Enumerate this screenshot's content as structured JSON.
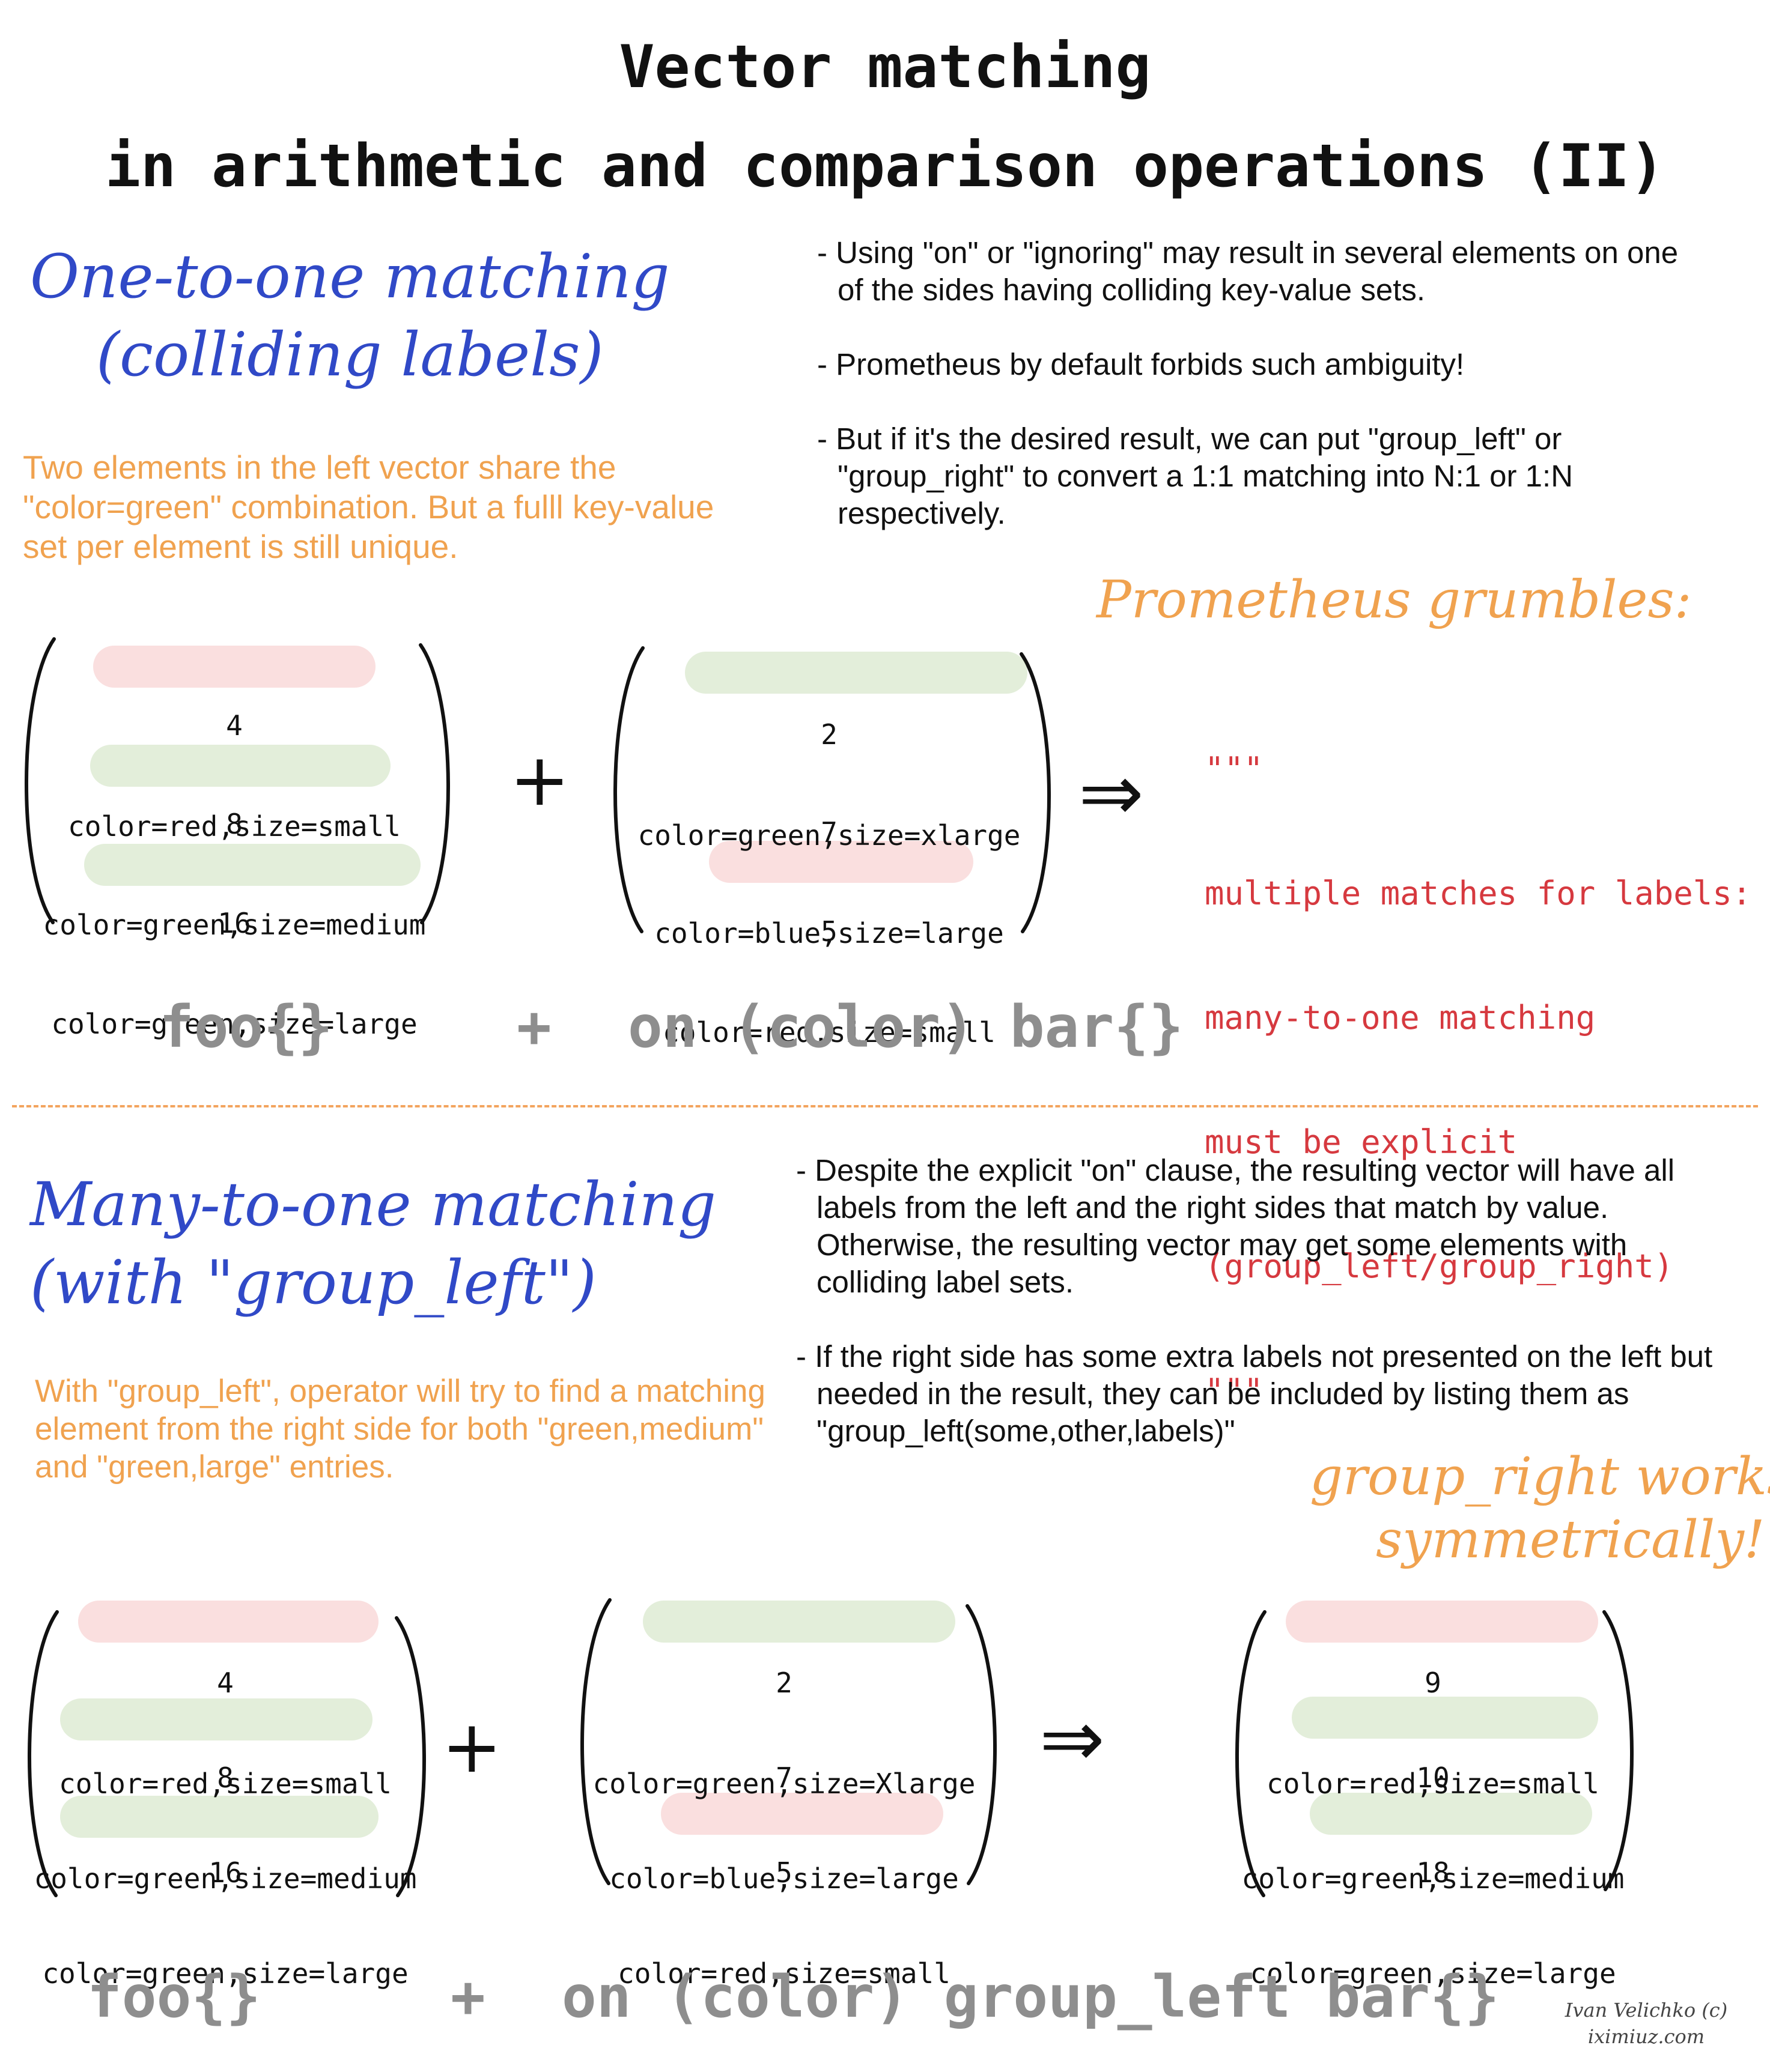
{
  "title": {
    "line1": "Vector matching",
    "line2": "in arithmetic and comparison operations (II)"
  },
  "section1": {
    "heading_line1": "One-to-one matching",
    "heading_line2": "(colliding labels)",
    "note": "Two elements in the left vector share the \"color=green\" combination. But a fulll key-value set per element is still unique.",
    "bullets": [
      "- Using \"on\" or \"ignoring\" may result in several elements on one of the sides having colliding key-value sets.",
      "- Prometheus by default forbids such ambiguity!",
      "- But if it's the desired result, we can put \"group_left\" or \"group_right\" to convert a 1:1 matching into N:1 or 1:N respectively."
    ],
    "grumble_title": "Prometheus grumbles:",
    "error_lines": [
      "\"\"\"",
      "multiple matches for labels:",
      "many-to-one matching",
      "must be explicit",
      "(group_left/group_right)",
      "\"\"\""
    ],
    "left_vector": [
      {
        "value": "4",
        "labels": "color=red,size=small",
        "highlight": "red"
      },
      {
        "value": "8",
        "labels": "color=green,size=medium",
        "highlight": "green"
      },
      {
        "value": "16",
        "labels": "color=green,size=large",
        "highlight": "green"
      }
    ],
    "right_vector": [
      {
        "value": "2",
        "labels": "color=green,size=xlarge",
        "highlight": "green"
      },
      {
        "value": "7",
        "labels": "color=blue,size=large",
        "highlight": "none"
      },
      {
        "value": "5",
        "labels": "color=red,size=small",
        "highlight": "red"
      }
    ],
    "plus": "+",
    "arrow": "⇒",
    "expression": {
      "left": "foo{}",
      "op": "+",
      "right": "on (color) bar{}"
    }
  },
  "section2": {
    "heading_line1": "Many-to-one matching",
    "heading_line2": "(with \"group_left\")",
    "note": "With \"group_left\", operator will try to find a matching element from the right side for both \"green,medium\" and \"green,large\" entries.",
    "bullets": [
      "- Despite the explicit \"on\" clause, the resulting vector will have all labels from the left and the right sides that match by value. Otherwise, the resulting vector may get some elements with colliding label sets.",
      "- If the right side has some extra labels not presented on the left but needed in the result, they can be included by listing them as \"group_left(some,other,labels)\""
    ],
    "aside_line1": "group_right works",
    "aside_line2": "symmetrically!",
    "left_vector": [
      {
        "value": "4",
        "labels": "color=red,size=small",
        "highlight": "red"
      },
      {
        "value": "8",
        "labels": "color=green,size=medium",
        "highlight": "green"
      },
      {
        "value": "16",
        "labels": "color=green,size=large",
        "highlight": "green"
      }
    ],
    "right_vector": [
      {
        "value": "2",
        "labels": "color=green,size=Xlarge",
        "highlight": "green"
      },
      {
        "value": "7",
        "labels": "color=blue,size=large",
        "highlight": "none"
      },
      {
        "value": "5",
        "labels": "color=red,size=small",
        "highlight": "red"
      }
    ],
    "result_vector": [
      {
        "value": "9",
        "labels": "color=red,size=small",
        "highlight": "red"
      },
      {
        "value": "10",
        "labels": "color=green,size=medium",
        "highlight": "green"
      },
      {
        "value": "18",
        "labels": "color=green,size=large",
        "highlight": "green"
      }
    ],
    "plus": "+",
    "arrow": "⇒",
    "expression": {
      "left": "foo{}",
      "op": "+",
      "right": "on (color) group_left bar{}"
    }
  },
  "credit": {
    "author": "Ivan Velichko (c)",
    "site": "iximiuz.com"
  }
}
